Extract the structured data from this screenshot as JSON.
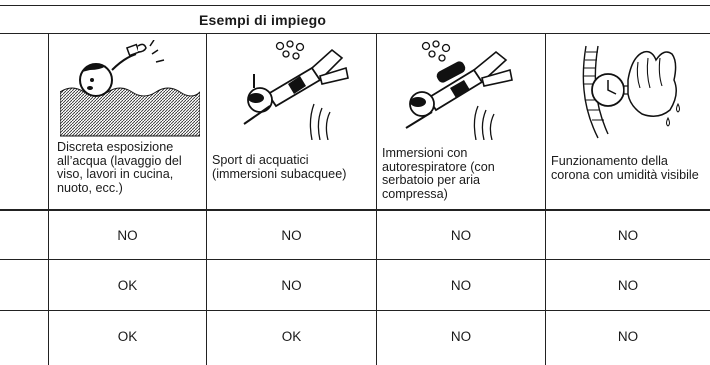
{
  "header": {
    "title": "Esempi di impiego"
  },
  "columns": [
    {
      "description": "Discreta esposizione all’acqua (lavaggio del viso, lavori in cucina, nuoto, ecc.)",
      "icon": "wave-swimmer-illustration"
    },
    {
      "description": "Sport di acquatici (immersioni subacquee)",
      "icon": "snorkel-diver-illustration"
    },
    {
      "description": "Immersioni con autorespiratore (con serbatoio per aria compressa)",
      "icon": "scuba-diver-illustration"
    },
    {
      "description": "Funzionamento della corona con umidità visibile",
      "icon": "hand-winding-watch-illustration"
    }
  ],
  "rows": [
    {
      "values": [
        "NO",
        "NO",
        "NO",
        "NO"
      ]
    },
    {
      "values": [
        "OK",
        "NO",
        "NO",
        "NO"
      ]
    },
    {
      "values": [
        "OK",
        "OK",
        "NO",
        "NO"
      ]
    }
  ]
}
